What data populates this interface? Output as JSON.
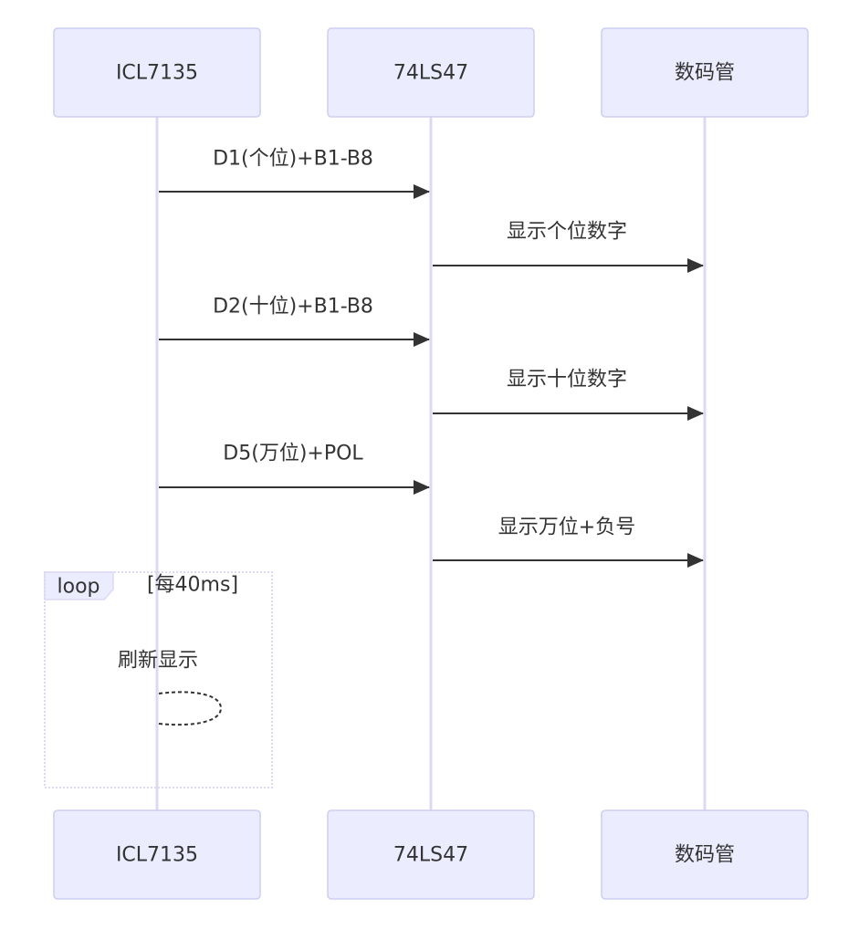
{
  "participants": {
    "a": {
      "name": "ICL7135"
    },
    "b": {
      "name": "74LS47"
    },
    "c": {
      "name": "数码管"
    }
  },
  "messages": [
    {
      "from": "ICL7135",
      "to": "74LS47",
      "label": "D1(个位)+B1-B8"
    },
    {
      "from": "74LS47",
      "to": "数码管",
      "label": "显示个位数字"
    },
    {
      "from": "ICL7135",
      "to": "74LS47",
      "label": "D2(十位)+B1-B8"
    },
    {
      "from": "74LS47",
      "to": "数码管",
      "label": "显示十位数字"
    },
    {
      "from": "ICL7135",
      "to": "74LS47",
      "label": "D5(万位)+POL"
    },
    {
      "from": "74LS47",
      "to": "数码管",
      "label": "显示万位+负号"
    }
  ],
  "loop": {
    "keyword": "loop",
    "condition": "[每40ms]",
    "self_message": {
      "participant": "ICL7135",
      "label": "刷新显示"
    }
  },
  "colors": {
    "actor_fill": "#ECECFF",
    "actor_border": "#CDCDF0",
    "lifeline": "#DCD9F2",
    "arrow": "#333333",
    "text": "#333333"
  }
}
